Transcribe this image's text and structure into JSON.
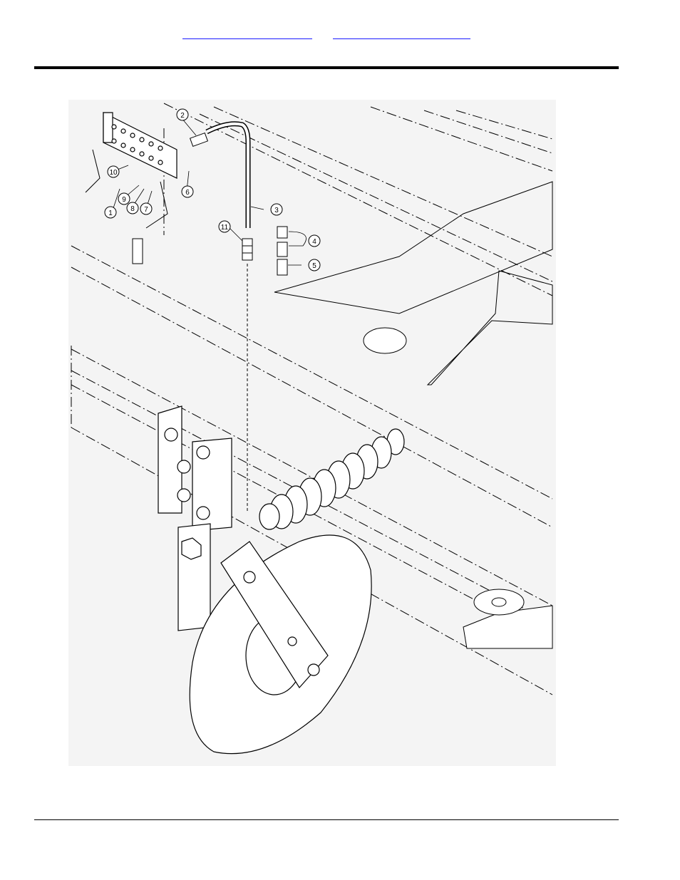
{
  "header": {
    "links": [
      "",
      ""
    ]
  },
  "diagram": {
    "callouts": [
      "1",
      "2",
      "3",
      "4",
      "5",
      "6",
      "7",
      "8",
      "9",
      "10",
      "11"
    ]
  }
}
